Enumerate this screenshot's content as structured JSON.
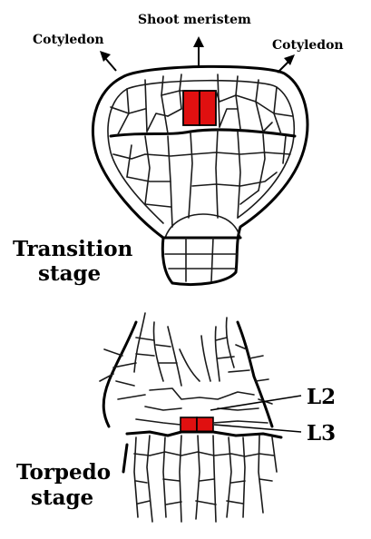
{
  "labels": {
    "cotyledon_left": "Cotyledon",
    "shoot_meristem": "Shoot meristem",
    "cotyledon_right": "Cotyledon",
    "transition_line1": "Transition",
    "transition_line2": "stage",
    "torpedo_line1": "Torpedo",
    "torpedo_line2": "stage",
    "l2": "L2",
    "l3": "L3"
  },
  "colors": {
    "highlight": "#e01010",
    "outline": "#000000"
  }
}
